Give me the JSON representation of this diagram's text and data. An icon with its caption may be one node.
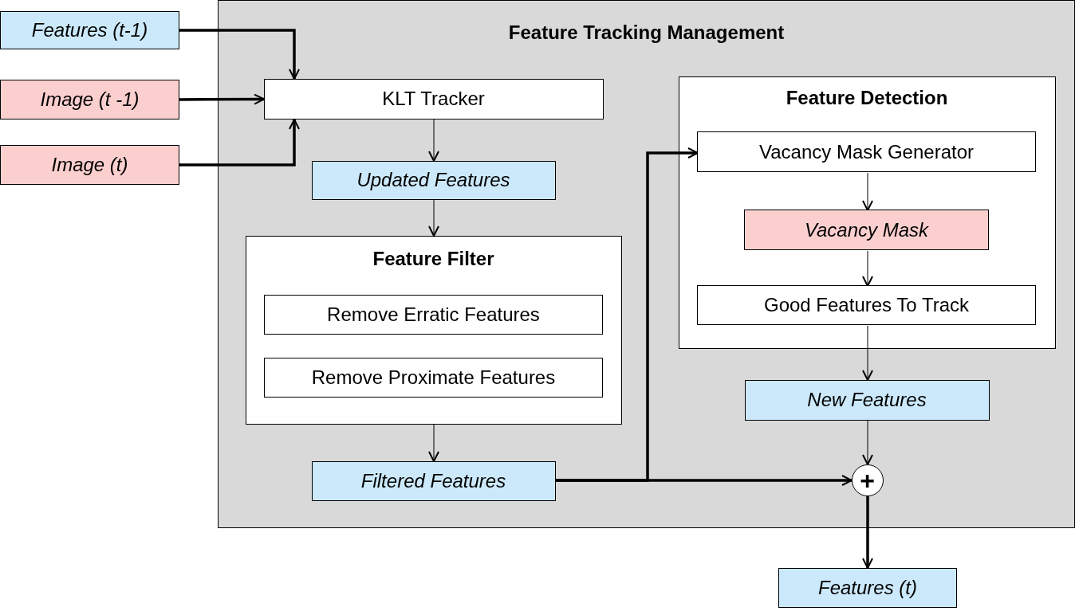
{
  "diagram": {
    "nodes": [
      {
        "text": [
          "Features (t-1)"
        ]
      },
      {
        "text": [
          "Image (t -1)"
        ]
      },
      {
        "text": [
          "Image (t)"
        ]
      },
      {
        "text": [
          "Feature Tracking Management"
        ]
      },
      {
        "text": [
          "KLT Tracker"
        ],
        "in": 3
      },
      {
        "text": [
          "Updated Features"
        ],
        "in": 3
      },
      {
        "text": [
          "Feature Filter"
        ],
        "in": 3
      },
      {
        "text": [
          "Remove Erratic Features"
        ],
        "in": 6
      },
      {
        "text": [
          "Remove Proximate Features"
        ],
        "in": 6
      },
      {
        "text": [
          "Filtered Features"
        ],
        "in": 3
      },
      {
        "text": [
          "Feature Detection"
        ],
        "in": 3
      },
      {
        "text": [
          "Vacancy Mask Generator"
        ],
        "in": 10
      },
      {
        "text": [
          "Vacancy Mask"
        ],
        "in": 10
      },
      {
        "text": [
          "Good Features To Track"
        ],
        "in": 10
      },
      {
        "text": [
          "New Features"
        ],
        "in": 3
      },
      {
        "text": [
          "+"
        ],
        "in": 3
      },
      {
        "text": [
          "Features (t)"
        ]
      }
    ],
    "edges": [
      {
        "from": 0,
        "to": 4,
        "arrow": "to",
        "style": "thick"
      },
      {
        "from": 1,
        "to": 4,
        "arrow": "to",
        "style": "thick"
      },
      {
        "from": 2,
        "to": 4,
        "arrow": "to",
        "style": "thick"
      },
      {
        "from": 4,
        "to": 5,
        "arrow": "to"
      },
      {
        "from": 5,
        "to": 6,
        "arrow": "to"
      },
      {
        "from": 6,
        "to": 9,
        "arrow": "to"
      },
      {
        "from": 9,
        "to": 11,
        "arrow": "to",
        "style": "thick"
      },
      {
        "from": 9,
        "to": 15,
        "arrow": "to",
        "style": "thick"
      },
      {
        "from": 11,
        "to": 12,
        "arrow": "to"
      },
      {
        "from": 12,
        "to": 13,
        "arrow": "to"
      },
      {
        "from": 13,
        "to": 14,
        "arrow": "to"
      },
      {
        "from": 14,
        "to": 15,
        "arrow": "to"
      },
      {
        "from": 15,
        "to": 16,
        "arrow": "to",
        "style": "thick"
      }
    ]
  }
}
